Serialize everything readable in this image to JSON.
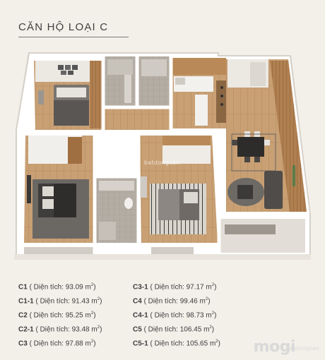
{
  "header": {
    "title": "CĂN HỘ LOẠI C"
  },
  "watermarks": {
    "plan": "batdongsan",
    "brand": "mogi",
    "brand_sub": "batdongsan"
  },
  "areas": [
    {
      "code": "C1",
      "label": " ( Diện tích: 93.09 m",
      "unit_sup": "2",
      "close": ")"
    },
    {
      "code": "C3-1",
      "label": " ( Diện tích: 97.17 m",
      "unit_sup": "2",
      "close": ")"
    },
    {
      "code": "C1-1",
      "label": " ( Diện tích: 91.43 m",
      "unit_sup": "2",
      "close": ")"
    },
    {
      "code": "C4",
      "label": " ( Diện tích: 99.46 m",
      "unit_sup": "2",
      "close": ")"
    },
    {
      "code": "C2",
      "label": " ( Diện tích: 95.25 m",
      "unit_sup": "2",
      "close": ")"
    },
    {
      "code": "C4-1",
      "label": " ( Diện tích: 98.73 m",
      "unit_sup": "2",
      "close": ")"
    },
    {
      "code": "C2-1",
      "label": " ( Diện tích: 93.48 m",
      "unit_sup": "2",
      "close": ")"
    },
    {
      "code": "C5",
      "label": " ( Diện tích: 106.45 m",
      "unit_sup": "2",
      "close": ")"
    },
    {
      "code": "C3",
      "label": " ( Diện tích: 97.88 m",
      "unit_sup": "2",
      "close": ")"
    },
    {
      "code": "C5-1",
      "label": " ( Diện tích: 105.65 m",
      "unit_sup": "2",
      "close": ")"
    }
  ],
  "colors": {
    "background": "#f3f0ea",
    "wall": "#ffffff",
    "wall_shadow": "#cfcac2",
    "wood_floor": "#c9a57a",
    "wood_panel": "#a6784b",
    "tile_floor": "#a9a39a",
    "carpet": "#6e6a66",
    "bed": "#8b8680",
    "bedding_dark": "#4f4c4a"
  },
  "icons": [
    "floorplan-illustration",
    "mogi-logo"
  ]
}
